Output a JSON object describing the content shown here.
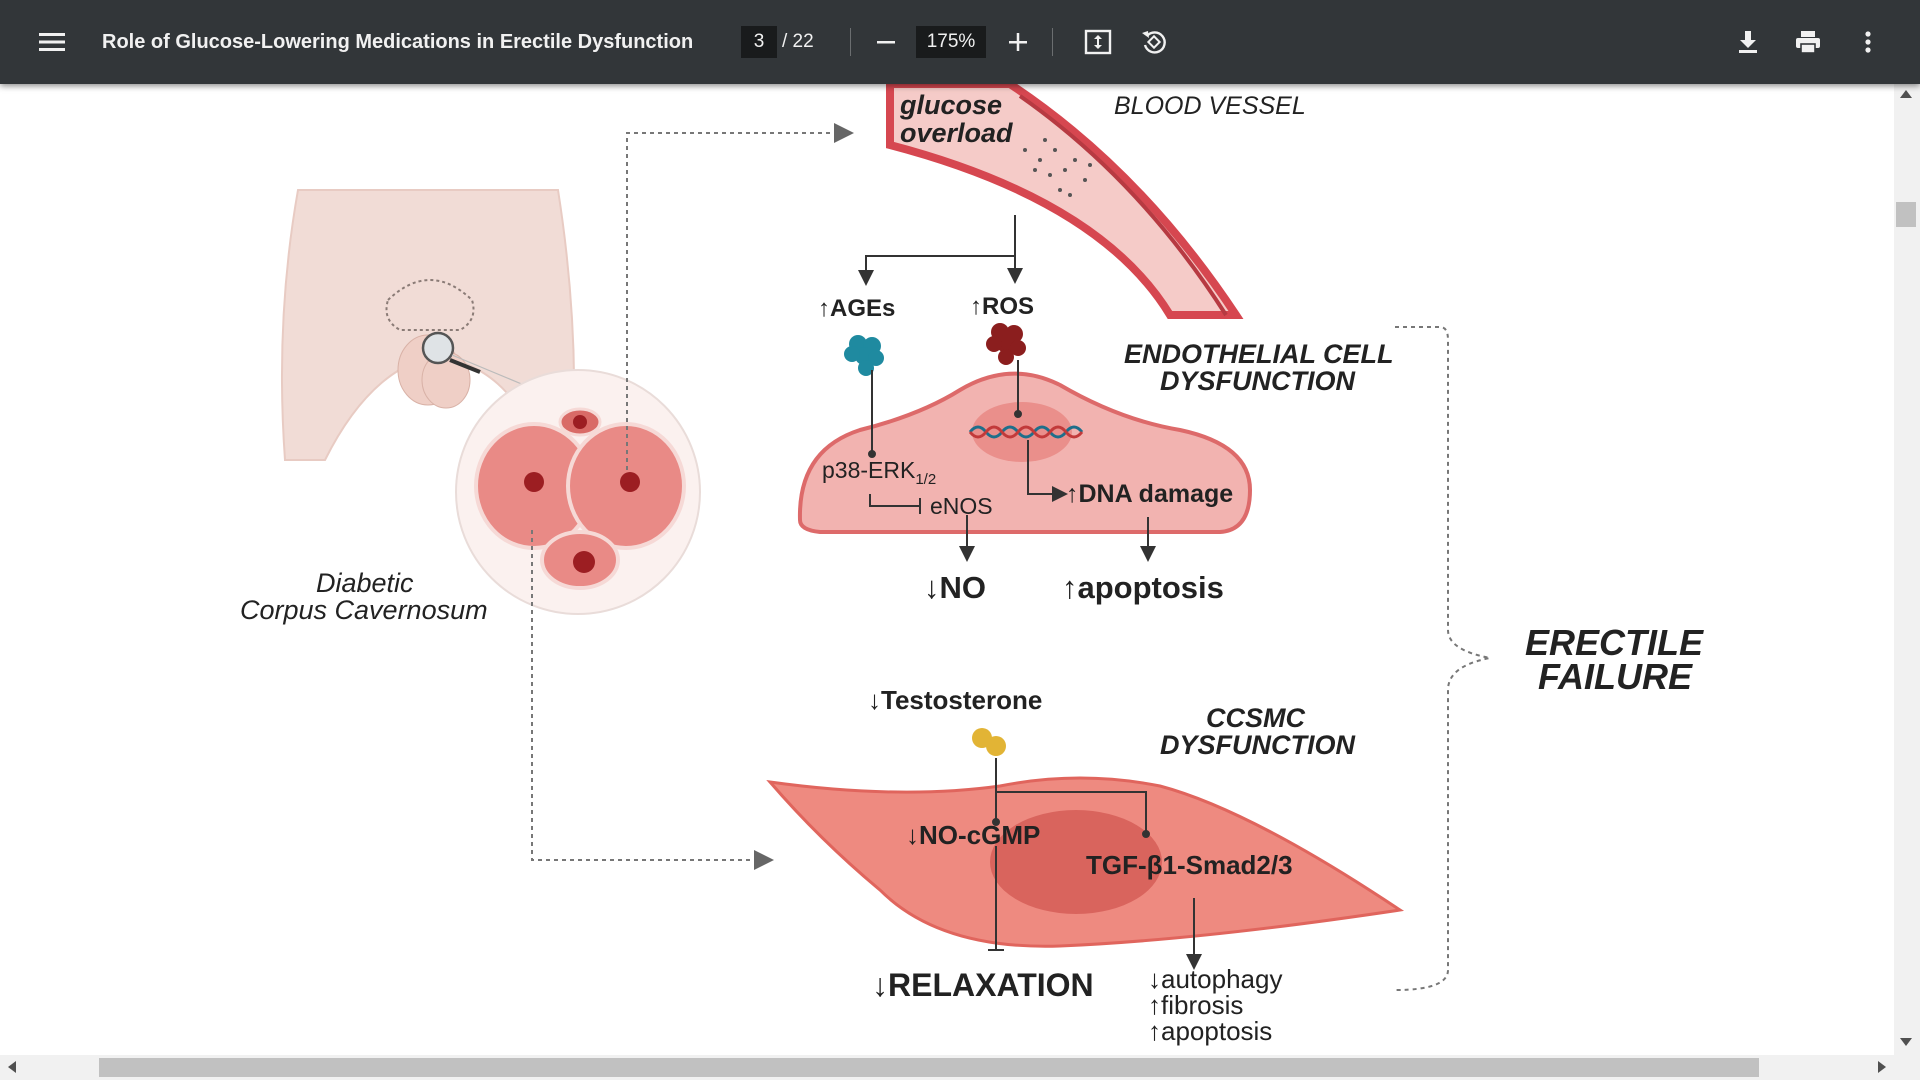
{
  "toolbar": {
    "menu_icon": "hamburger-menu-icon",
    "title": "Role of Glucose-Lowering Medications in Erectile Dysfunction",
    "page_current": "3",
    "page_total": "/ 22",
    "zoom": "175%",
    "icons": [
      "zoom-out-icon",
      "zoom-in-icon",
      "fit-page-icon",
      "rotate-icon",
      "download-icon",
      "print-icon",
      "more-vert-icon"
    ]
  },
  "figure": {
    "glucose_line1": "glucose",
    "glucose_line2": "overload",
    "blood_vessel": "BLOOD VESSEL",
    "ages": "↑AGEs",
    "ros": "↑ROS",
    "endo_line1": "ENDOTHELIAL CELL",
    "endo_line2": "DYSFUNCTION",
    "p38": "p38-ERK",
    "p38_sub": "1/2",
    "enos": "eNOS",
    "dna_damage": "↑DNA damage",
    "no": "↓NO",
    "apoptosis_top": "↑apoptosis",
    "diabetic_line1": "Diabetic",
    "diabetic_line2": "Corpus Cavernosum",
    "erectile_line1": "ERECTILE",
    "erectile_line2": "FAILURE",
    "testosterone": "↓Testosterone",
    "ccsmc_line1": "CCSMC",
    "ccsmc_line2": "DYSFUNCTION",
    "no_cgmp": "↓NO-cGMP",
    "tgf": "TGF-β1-Smad2/3",
    "relaxation": "↓RELAXATION",
    "autophagy": "↓autophagy",
    "fibrosis": "↑fibrosis",
    "apoptosis_bottom": "↑apoptosis"
  },
  "colors": {
    "toolbar_bg": "#323639",
    "vessel": "#d9545a",
    "cell": "#f2b3b0",
    "smooth_muscle": "#ee8a80",
    "ages": "#1f8aa0",
    "ros": "#8b1e1e",
    "testosterone": "#e2b435"
  }
}
